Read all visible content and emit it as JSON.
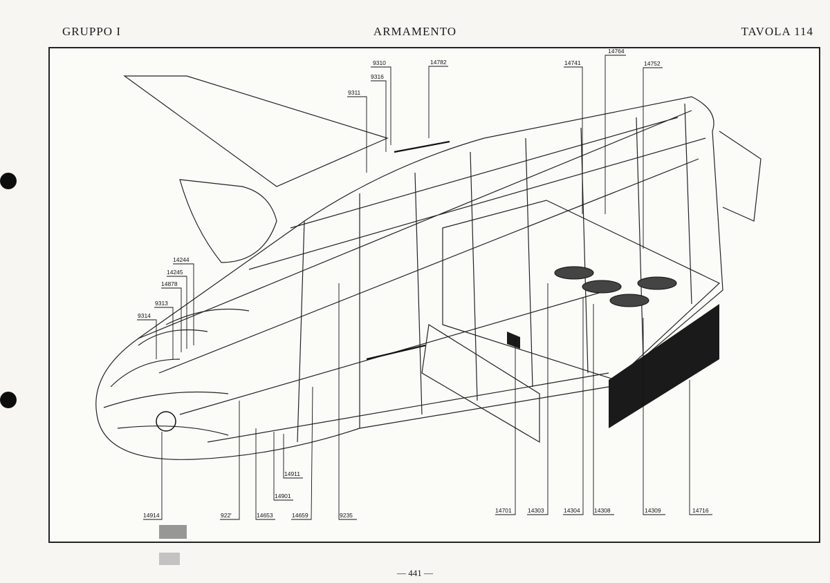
{
  "header": {
    "left": "GRUPPO I",
    "center": "ARMAMENTO",
    "right": "TAVOLA 114"
  },
  "footer": {
    "page_number": "— 441 —"
  },
  "callouts": {
    "top": [
      "9310",
      "9316",
      "9311",
      "14782",
      "14741",
      "14764",
      "14752"
    ],
    "left": [
      "14244",
      "14245",
      "14878",
      "9313",
      "9314"
    ],
    "bottom": [
      "14914",
      "922'",
      "14653",
      "14659",
      "14911",
      "14901",
      "9235",
      "14701",
      "14303",
      "14304",
      "14308",
      "14309",
      "14716"
    ]
  }
}
